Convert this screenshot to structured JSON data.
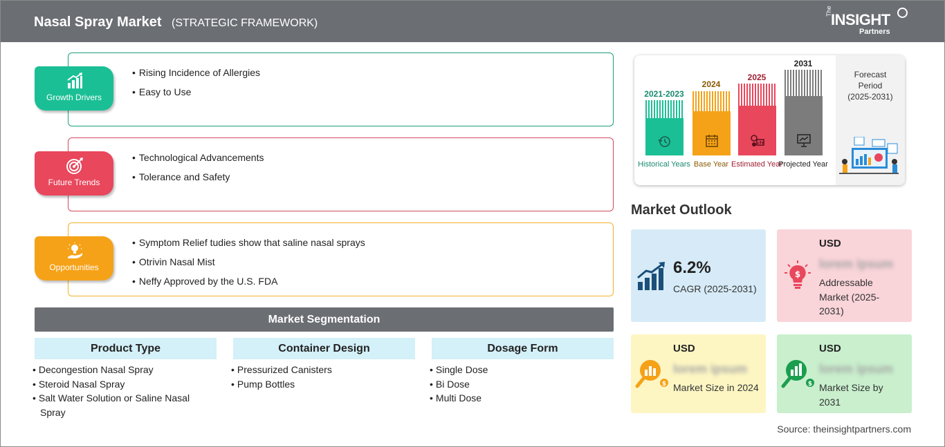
{
  "header": {
    "title": "Nasal Spray Market",
    "subtitle": "(STRATEGIC FRAMEWORK)"
  },
  "logo": {
    "the": "The",
    "insight": "INSIGHT",
    "partners": "Partners"
  },
  "framework": [
    {
      "label": "Growth Drivers",
      "color": "#1bbf95",
      "border": "#1b9e7e",
      "icon": "growth-chart-icon",
      "items": [
        "Rising Incidence of Allergies",
        "Easy to Use"
      ]
    },
    {
      "label": "Future Trends",
      "color": "#e8475c",
      "border": "#d14a5a",
      "icon": "target-icon",
      "items": [
        "Technological Advancements",
        "Tolerance and Safety"
      ]
    },
    {
      "label": "Opportunities",
      "color": "#f5a218",
      "border": "#f0b12a",
      "icon": "lightbulb-hand-icon",
      "items": [
        "Symptom Relief tudies show that saline nasal sprays",
        "Otrivin Nasal Mist",
        "Neffy Approved by the U.S. FDA"
      ]
    }
  ],
  "segmentation": {
    "title": "Market Segmentation",
    "columns": [
      {
        "heading": "Product Type",
        "items": [
          "Decongestion Nasal Spray",
          "Steroid Nasal Spray",
          "Salt Water Solution or Saline Nasal Spray"
        ]
      },
      {
        "heading": "Container Design",
        "items": [
          "Pressurized Canisters",
          "Pump Bottles"
        ]
      },
      {
        "heading": "Dosage Form",
        "items": [
          "Single Dose",
          "Bi Dose",
          "Multi Dose"
        ]
      }
    ]
  },
  "timeline": {
    "forecast_label": "Forecast Period",
    "forecast_range": "(2025-2031)",
    "bars": [
      {
        "year": "2021-2023",
        "label": "Historical Years",
        "color": "#1bbf95",
        "text_color": "#178a70",
        "icon": "history-clock-icon"
      },
      {
        "year": "2024",
        "label": "Base Year",
        "color": "#f5a218",
        "text_color": "#8a5a00",
        "icon": "calendar-icon"
      },
      {
        "year": "2025",
        "label": "Estimated Year",
        "color": "#e8475c",
        "text_color": "#9e1f33",
        "icon": "gears-chart-icon"
      },
      {
        "year": "2031",
        "label": "Projected Year",
        "color": "#7c7c7c",
        "text_color": "#222222",
        "icon": "presentation-board-icon"
      }
    ]
  },
  "outlook": {
    "title": "Market Outlook",
    "cagr": {
      "value": "6.2%",
      "label": "CAGR (2025-2031)",
      "bg": "#d6ebf7"
    },
    "addressable": {
      "currency": "USD",
      "value": "lorem ipsum",
      "label": "Addressable Market (2025-2031)",
      "bg": "#f9d4d9"
    },
    "size_2024": {
      "currency": "USD",
      "value": "lorem ipsum",
      "label": "Market Size in 2024",
      "bg": "#fdf6c3"
    },
    "size_2031": {
      "currency": "USD",
      "value": "lorem ipsum",
      "label": "Market Size by 2031",
      "bg": "#c9efcd"
    }
  },
  "source": "Source: theinsightpartners.com"
}
